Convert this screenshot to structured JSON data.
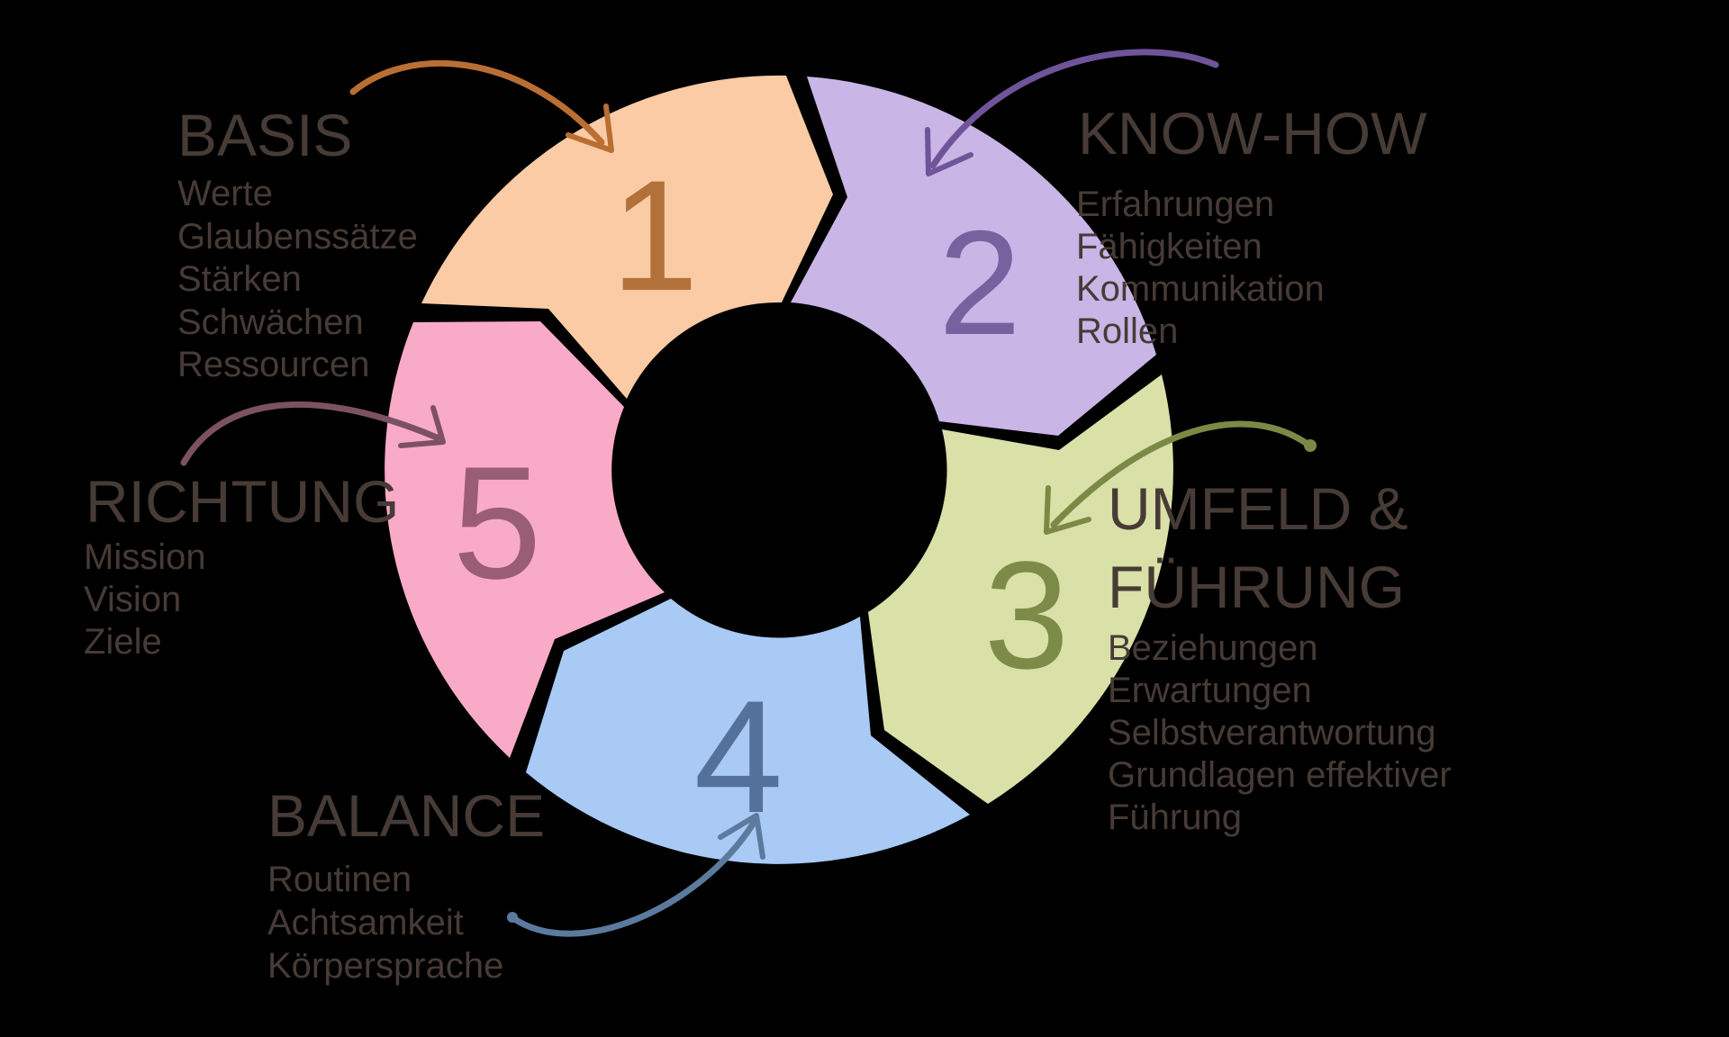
{
  "page": {
    "background": "#000000",
    "text_color": "#473B36"
  },
  "diagram": {
    "type": "cycle",
    "direction": "clockwise",
    "steps": [
      {
        "number": "1",
        "title": "BASIS",
        "items": [
          "Werte",
          "Glaubenssätze",
          "Stärken",
          "Schwächen",
          "Ressourcen"
        ],
        "segment_color": "#FACBA4",
        "number_color": "#B2703A",
        "arrow_color": "#B96F33"
      },
      {
        "number": "2",
        "title": "KNOW-HOW",
        "items": [
          "Erfahrungen",
          "Fähigkeiten",
          "Kommunikation",
          "Rollen"
        ],
        "segment_color": "#C9B5E6",
        "number_color": "#77619F",
        "arrow_color": "#6F5499"
      },
      {
        "number": "3",
        "title": "UMFELD & FÜHRUNG",
        "title_line1": "UMFELD &",
        "title_line2": "FÜHRUNG",
        "items": [
          "Beziehungen",
          "Erwartungen",
          "Selbstverantwortung",
          "Grundlagen effektiver",
          "Führung"
        ],
        "segment_color": "#D9E0A8",
        "number_color": "#7C8C48",
        "arrow_color": "#7A8A45"
      },
      {
        "number": "4",
        "title": "BALANCE",
        "items": [
          "Routinen",
          "Achtsamkeit",
          "Körpersprache"
        ],
        "segment_color": "#A9CAF5",
        "number_color": "#54719B",
        "arrow_color": "#5C7A9E"
      },
      {
        "number": "5",
        "title": "RICHTUNG",
        "items": [
          "Mission",
          "Vision",
          "Ziele"
        ],
        "segment_color": "#F9AAC7",
        "number_color": "#9A5E74",
        "arrow_color": "#7C5262"
      }
    ]
  }
}
